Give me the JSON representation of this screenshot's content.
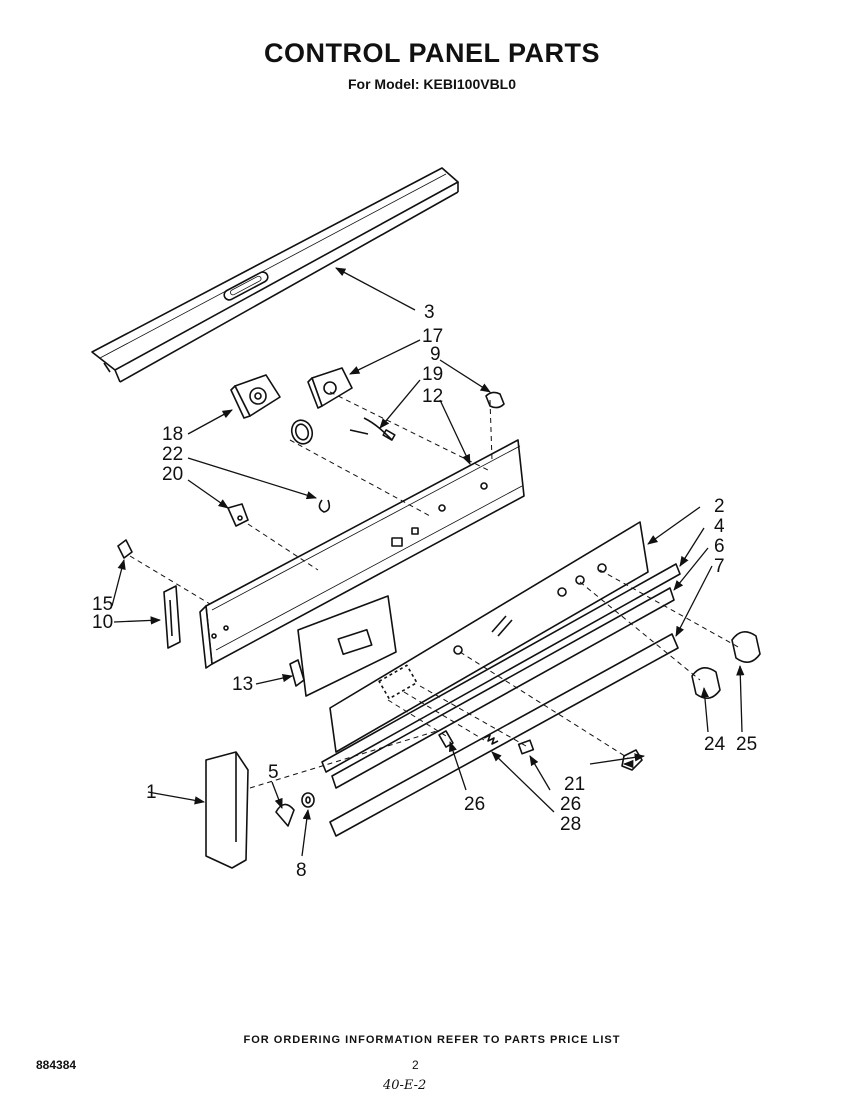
{
  "header": {
    "title": "CONTROL PANEL PARTS",
    "model_line": "For Model: KEBI100VBL0"
  },
  "callouts": [
    {
      "id": "c3",
      "label": "3"
    },
    {
      "id": "c17",
      "label": "17"
    },
    {
      "id": "c9",
      "label": "9"
    },
    {
      "id": "c19",
      "label": "19"
    },
    {
      "id": "c12",
      "label": "12"
    },
    {
      "id": "c18",
      "label": "18"
    },
    {
      "id": "c22",
      "label": "22"
    },
    {
      "id": "c20",
      "label": "20"
    },
    {
      "id": "c2",
      "label": "2"
    },
    {
      "id": "c4",
      "label": "4"
    },
    {
      "id": "c6",
      "label": "6"
    },
    {
      "id": "c7",
      "label": "7"
    },
    {
      "id": "c15",
      "label": "15"
    },
    {
      "id": "c10",
      "label": "10"
    },
    {
      "id": "c13",
      "label": "13"
    },
    {
      "id": "c24",
      "label": "24"
    },
    {
      "id": "c25",
      "label": "25"
    },
    {
      "id": "c1",
      "label": "1"
    },
    {
      "id": "c5",
      "label": "5"
    },
    {
      "id": "c21",
      "label": "21"
    },
    {
      "id": "c26a",
      "label": "26"
    },
    {
      "id": "c26b",
      "label": "26"
    },
    {
      "id": "c28",
      "label": "28"
    },
    {
      "id": "c8",
      "label": "8"
    }
  ],
  "footer": {
    "ordering_note": "FOR ORDERING INFORMATION REFER TO PARTS PRICE LIST",
    "doc_number": "884384",
    "page_number": "2",
    "handwritten": "40-E-2"
  }
}
